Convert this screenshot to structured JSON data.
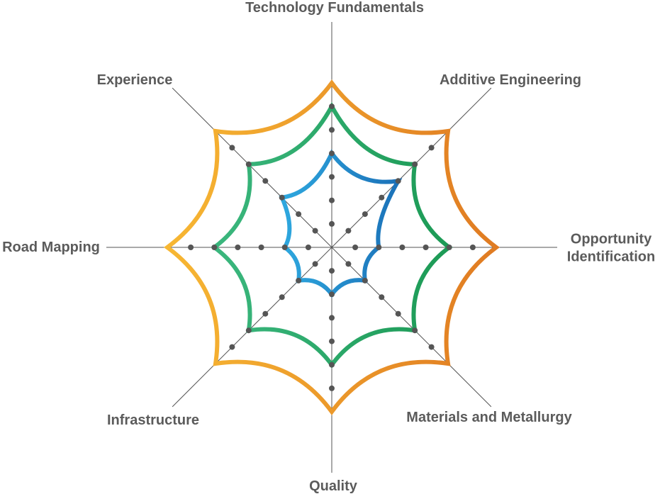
{
  "chart_data": {
    "type": "radar",
    "title": "",
    "axes": [
      {
        "label": "Technology Fundamentals",
        "lines": [
          "Technology Fundamentals"
        ]
      },
      {
        "label": "Additive Engineering",
        "lines": [
          "Additive Engineering"
        ]
      },
      {
        "label": "Opportunity Identification",
        "lines": [
          "Opportunity",
          "Identification"
        ]
      },
      {
        "label": "Materials and Metallurgy",
        "lines": [
          "Materials and Metallurgy"
        ]
      },
      {
        "label": "Quality",
        "lines": [
          "Quality"
        ]
      },
      {
        "label": "Infrastructure",
        "lines": [
          "Infrastructure"
        ]
      },
      {
        "label": "Road Mapping",
        "lines": [
          "Road Mapping"
        ]
      },
      {
        "label": "Experience",
        "lines": [
          "Experience"
        ]
      }
    ],
    "scale_max": 7,
    "ticks": [
      1,
      2,
      3,
      4,
      5,
      6
    ],
    "series": [
      {
        "values": [
          7,
          7,
          7,
          7,
          7,
          7,
          7,
          7
        ],
        "gradient": [
          "#f7b733",
          "#e07b22"
        ]
      },
      {
        "values": [
          6,
          5,
          5,
          5,
          5,
          5,
          5,
          5
        ],
        "gradient": [
          "#3bb77e",
          "#1c9a55"
        ]
      },
      {
        "values": [
          4,
          4,
          2,
          2,
          2,
          2,
          2,
          3
        ],
        "gradient": [
          "#2ea8df",
          "#1b71b8"
        ]
      }
    ],
    "colors": {
      "axis": "#555555",
      "tick_dot": "#555555",
      "label": "#5b5b5b"
    }
  }
}
